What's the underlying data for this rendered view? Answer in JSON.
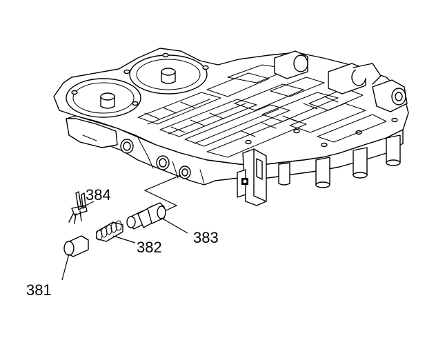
{
  "diagram": {
    "callouts": [
      {
        "id": "381",
        "label": "381"
      },
      {
        "id": "382",
        "label": "382"
      },
      {
        "id": "383",
        "label": "383"
      },
      {
        "id": "384",
        "label": "384"
      }
    ],
    "colors": {
      "line": "#000000",
      "fill": "#ffffff",
      "background": "#ffffff"
    }
  }
}
